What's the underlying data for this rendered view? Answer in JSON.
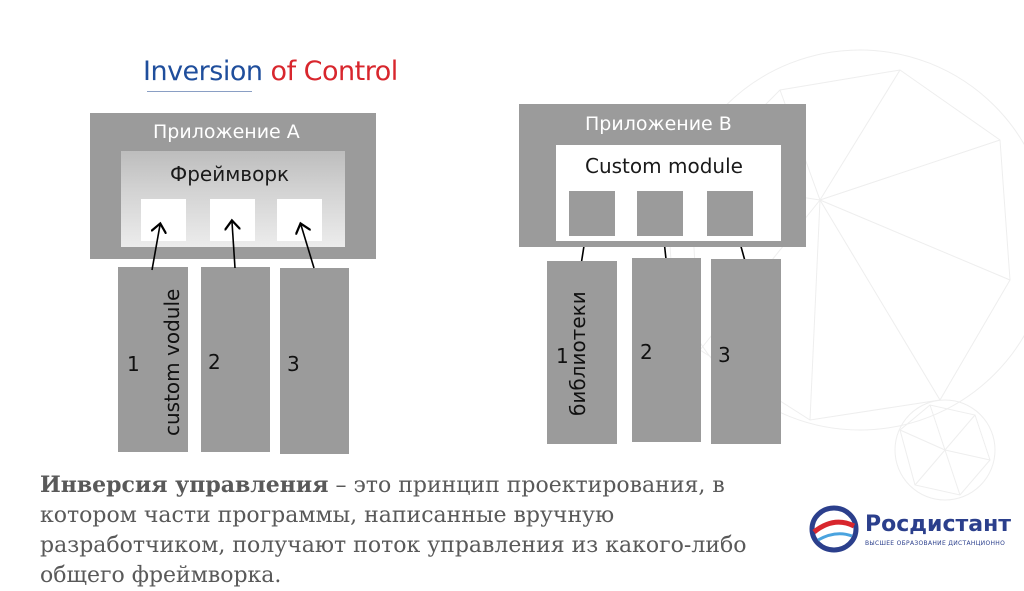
{
  "title": {
    "part1": "Inversion",
    "part2": " of Control"
  },
  "diagram_a": {
    "app_label": "Приложение A",
    "framework_label": "Фреймворк",
    "column_labels": [
      "1",
      "2",
      "3"
    ],
    "vertical_label": "custom vodule"
  },
  "diagram_b": {
    "app_label": "Приложение B",
    "module_label": "Custom module",
    "column_labels": [
      "1",
      "2",
      "3"
    ],
    "vertical_label": "библиотеки"
  },
  "definition": {
    "term": "Инверсия управления",
    "text": " – это принцип проектирования, в котором части программы, написанные вручную разработчиком, получают поток управления из какого-либо общего фреймворка."
  },
  "logo": {
    "name": "Росдистант",
    "tagline": "ВЫСШЕЕ ОБРАЗОВАНИЕ ДИСТАНЦИОННО"
  },
  "colors": {
    "title_blue": "#1f4e9c",
    "title_red": "#d8262d",
    "box_gray": "#9b9b9b"
  }
}
